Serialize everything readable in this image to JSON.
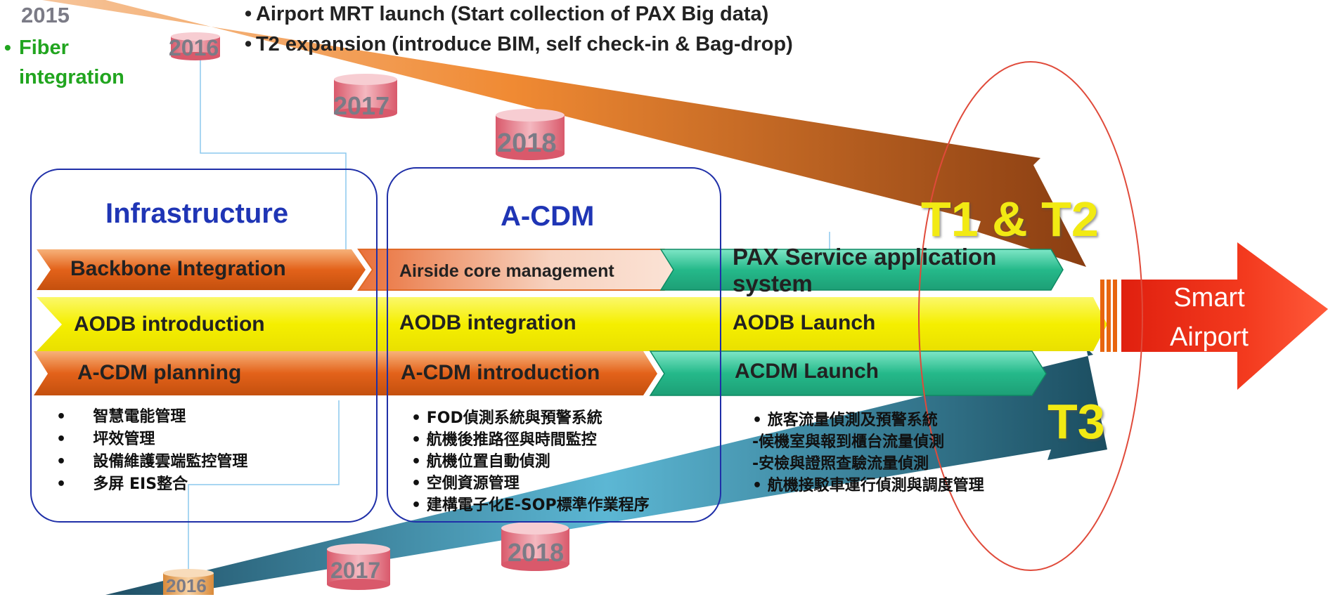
{
  "timeline_top": {
    "year_2015": "2015",
    "fiber_bullet": "•",
    "fiber_label_1": "Fiber",
    "fiber_label_2": "integration",
    "year_2016": "2016",
    "items": [
      "Airport MRT launch (Start collection of PAX Big data)",
      "T2 expansion (introduce BIM, self check-in & Bag-drop)"
    ],
    "year_2017": "2017",
    "year_2018": "2018"
  },
  "timeline_bottom": {
    "year_2016": "2016",
    "year_2017": "2017",
    "year_2018": "2018"
  },
  "columns": {
    "infrastructure": {
      "title": "Infrastructure",
      "bullets": [
        "智慧電能管理",
        "坪效管理",
        "設備維護雲端監控管理",
        "多屏 EIS整合"
      ]
    },
    "acdm": {
      "title": "A-CDM",
      "bullets": [
        "FOD偵測系統與預警系統",
        "航機後推路徑與時間監控",
        "航機位置自動偵測",
        "空側資源管理",
        "建構電子化E-SOP標準作業程序"
      ]
    },
    "service": {
      "bullets": [
        "• 旅客流量偵測及預警系統",
        "-候機室與報到櫃台流量偵測",
        "-安檢與證照查驗流量偵測",
        "• 航機接駁車運行偵測與調度管理"
      ]
    }
  },
  "rows": {
    "row1": [
      "Backbone Integration",
      "Airside core management",
      "PAX Service application",
      "system"
    ],
    "row2": [
      "AODB introduction",
      "AODB integration",
      "AODB  Launch"
    ],
    "row3": [
      "A-CDM planning",
      "A-CDM introduction",
      "ACDM Launch"
    ]
  },
  "terminals": {
    "t1t2": "T1 & T2",
    "t3": "T3"
  },
  "goal": {
    "line1": "Smart",
    "line2": "Airport"
  },
  "colors": {
    "title_blue": "#1f35b5",
    "fiber_green": "#21a51f",
    "terminal_yellow": "#f2ea13",
    "orange_band": "#e36a1e",
    "yellow_band": "#f5f00a",
    "teal_band": "#2fc596",
    "red_arrow": "#f21a12"
  },
  "icons": [
    "cylinder-icon",
    "chevron-arrow-icon",
    "big-arrow-icon",
    "ellipse-highlight"
  ]
}
